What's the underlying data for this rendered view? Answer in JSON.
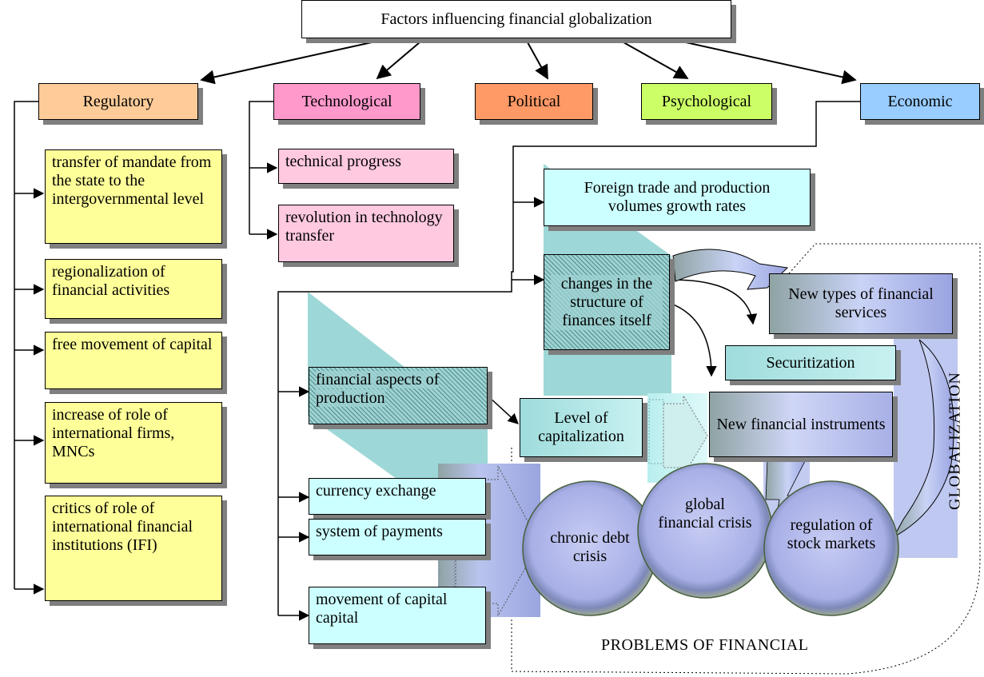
{
  "title": "Factors influencing financial globalization",
  "categories": {
    "regulatory": "Regulatory",
    "technological": "Technological",
    "political": "Political",
    "psychological": "Psychological",
    "economic": "Economic"
  },
  "regulatory_items": [
    "transfer of mandate from the state to the intergovernmental level",
    "regionalization of financial activities",
    "free movement of capital",
    "increase of role of international firms, MNCs",
    "critics of role of international financial institutions (IFI)"
  ],
  "technological_items": [
    "technical progress",
    "revolution in technology transfer"
  ],
  "economic": {
    "foreign_trade": "Foreign trade and production volumes growth rates",
    "changes_structure": "changes in the structure of finances itself",
    "new_types": "New types of financial services",
    "securitization": "Securitization",
    "new_instruments": "New financial instruments",
    "financial_aspects": "financial aspects of production",
    "level_cap": "Level of capitalization",
    "currency_exchange": "currency exchange",
    "system_payments": "system of payments",
    "movement_capital": "movement of capital capital"
  },
  "problems": {
    "circles": [
      "chronic debt crisis",
      "global financial crisis",
      "regulation of stock markets"
    ],
    "bottom_label": "PROBLEMS OF FINANCIAL",
    "side_label": "GLOBALIZATION"
  },
  "colors": {
    "regulatory": "#ffcc99",
    "technological": "#ff99cc",
    "political": "#ff9966",
    "psychological": "#ccff66",
    "economic": "#99ccff",
    "yellow_item": "#ffff99",
    "pink_item": "#ffc9e0",
    "cyan_item": "#ccffff"
  }
}
